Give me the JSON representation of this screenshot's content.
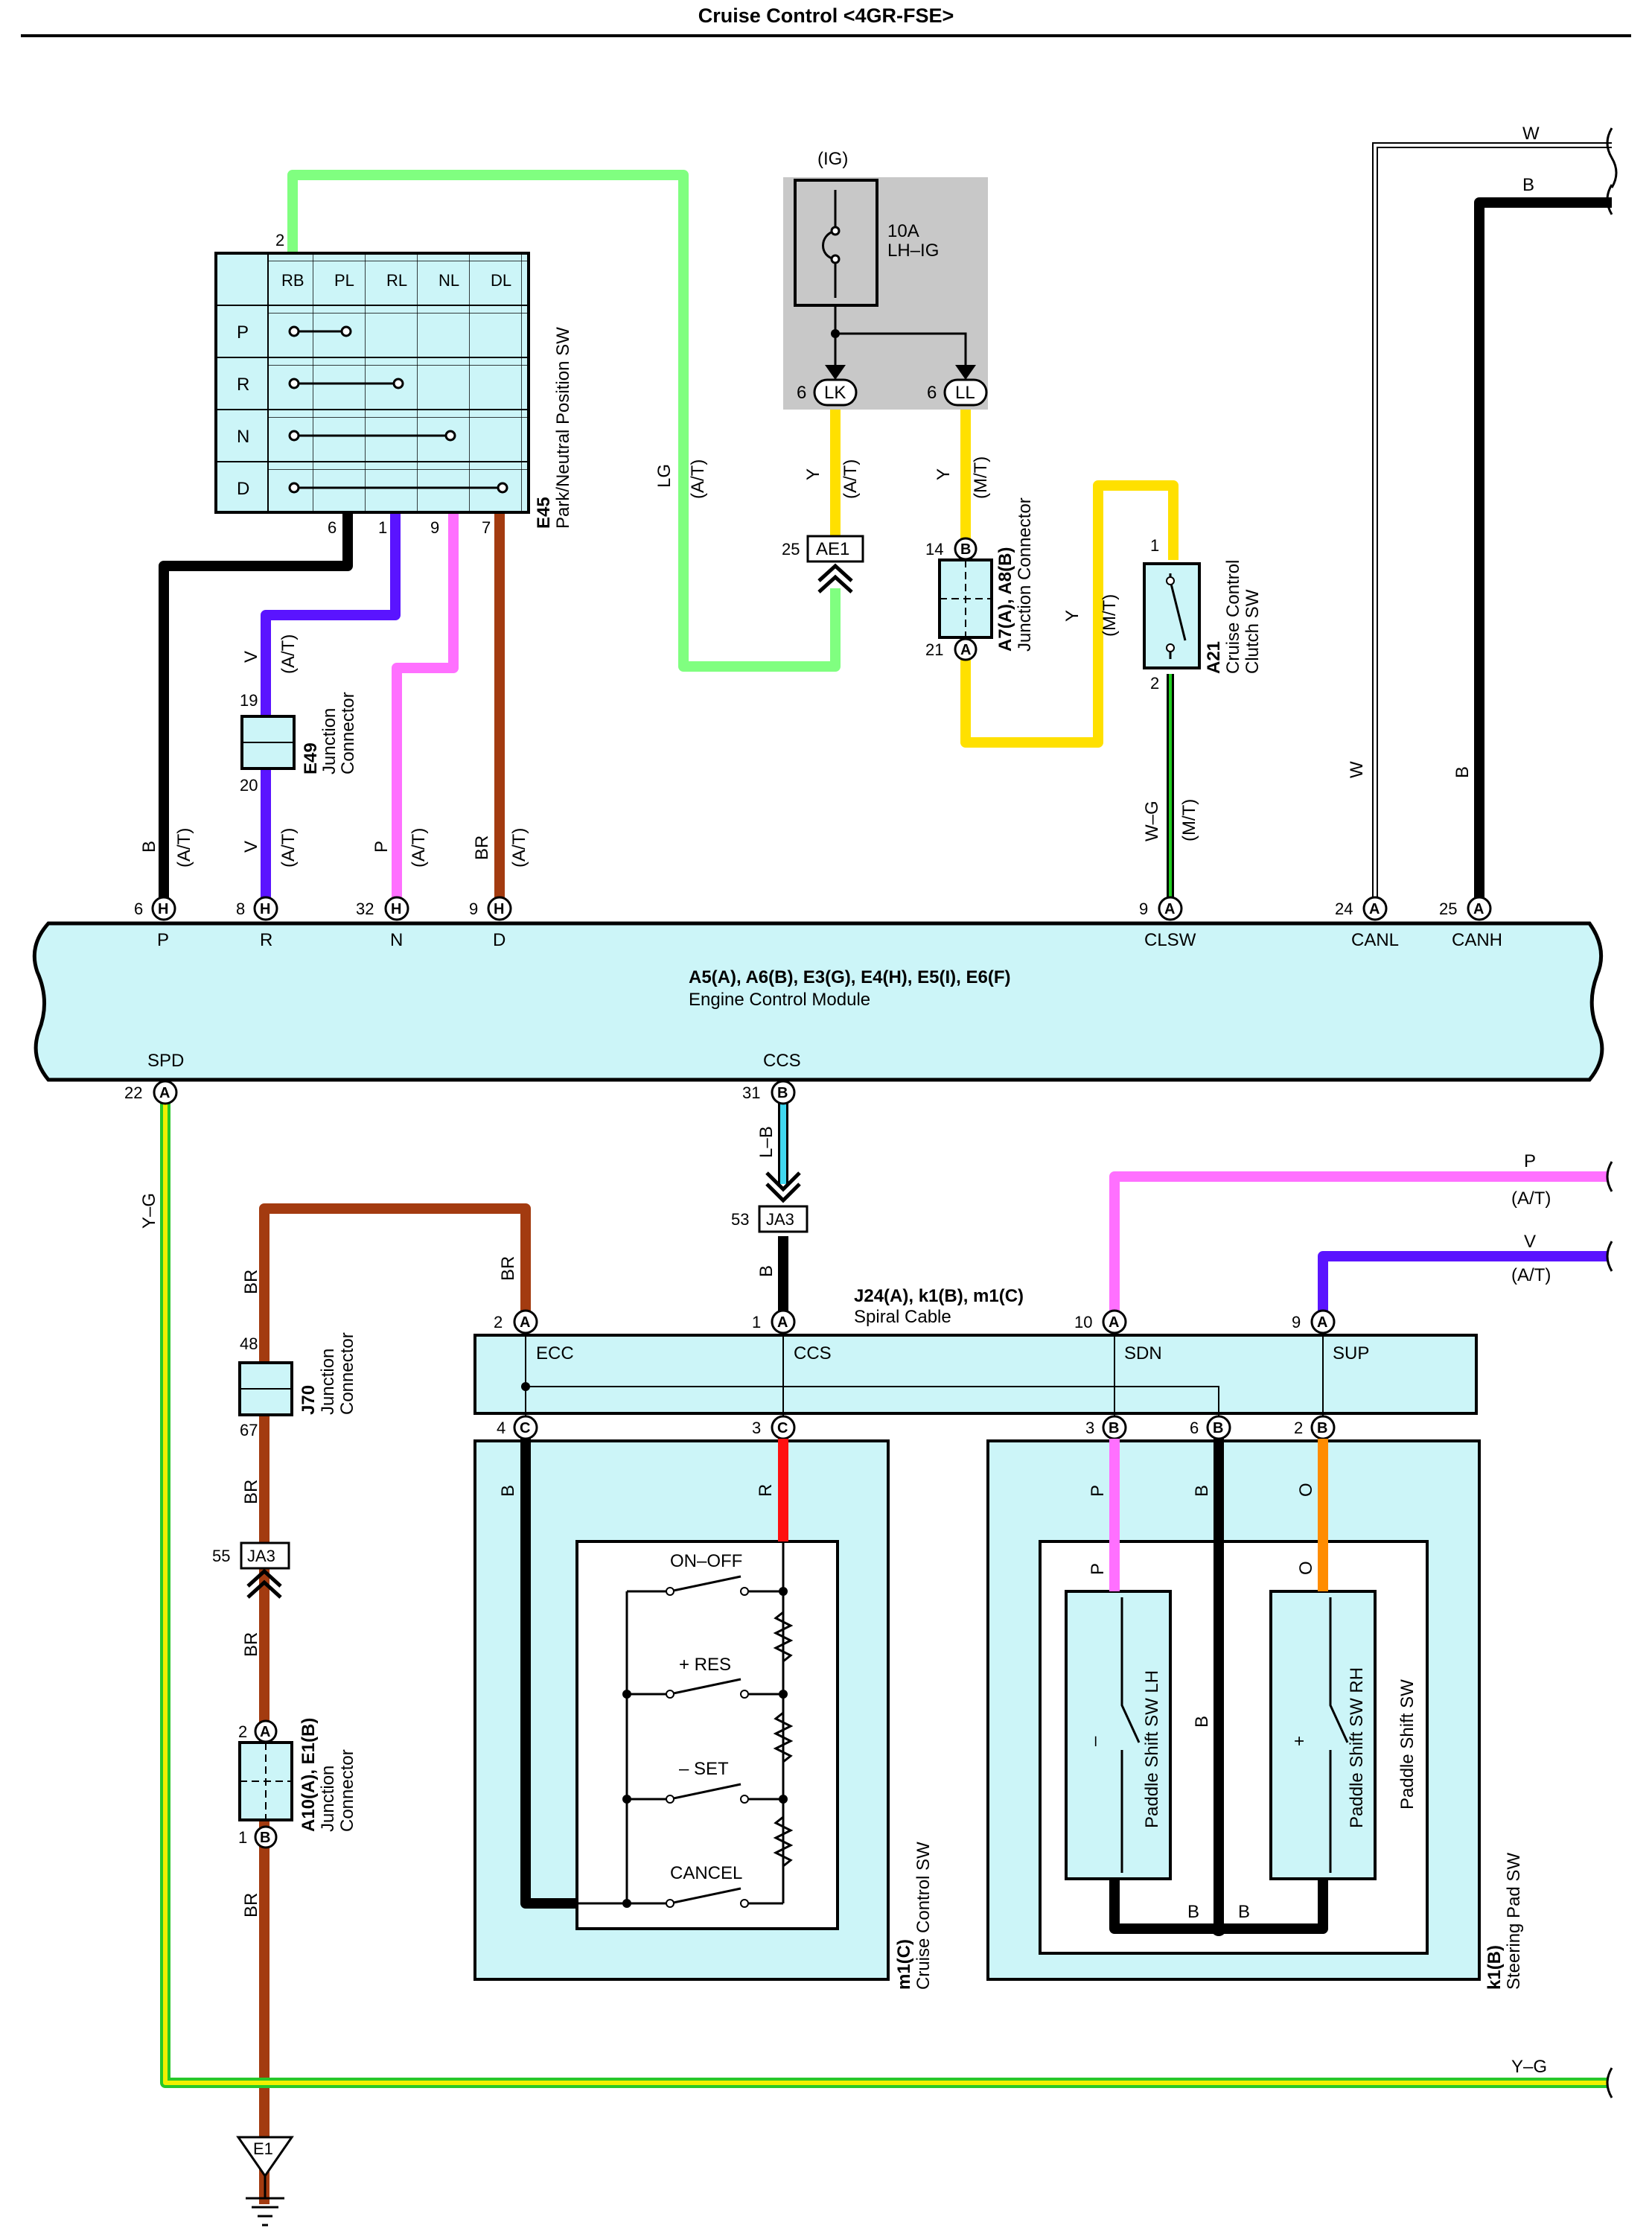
{
  "title": "Cruise Control <4GR-FSE>",
  "colors": {
    "LG": "#80ff80",
    "Y": "#ffe000",
    "B": "#000000",
    "V": "#5a14ff",
    "P": "#ff70ff",
    "BR": "#a33b10",
    "W": "#8c8c8c",
    "W-G": "#20c020",
    "L-B": "#40d8f0",
    "R": "#ff1010",
    "O": "#ff8c00",
    "Y-G": "#d8d000",
    "component_fill": "#ccf5f8",
    "fuse_box_fill": "#c8c8c8"
  },
  "fuse": {
    "ig_label": "(IG)",
    "rating": "10A",
    "name": "LH–IG",
    "pin_left_num": "6",
    "pin_left": "LK",
    "pin_right_num": "6",
    "pin_right": "LL"
  },
  "e45": {
    "code": "E45",
    "name": "Park/Neutral Position SW",
    "columns": [
      "RB",
      "PL",
      "RL",
      "NL",
      "DL"
    ],
    "rows": [
      "P",
      "R",
      "N",
      "D"
    ],
    "pin_top": "2",
    "pins_bottom": [
      "6",
      "1",
      "9",
      "7"
    ]
  },
  "e49": {
    "code": "E49",
    "name1": "Junction",
    "name2": "Connector",
    "pin_top": "19",
    "pin_bottom": "20"
  },
  "ae1": {
    "label": "AE1",
    "pin": "25"
  },
  "a7a8": {
    "code": "A7(A), A8(B)",
    "name": "Junction Connector",
    "pin_top": "14",
    "pin_top_letter": "B",
    "pin_bottom": "21",
    "pin_bottom_letter": "A"
  },
  "a21": {
    "code": "A21",
    "name1": "Cruise Control",
    "name2": "Clutch SW",
    "pin_top": "1",
    "pin_bottom": "2"
  },
  "ecm": {
    "code": "A5(A), A6(B), E3(G), E4(H), E5(I), E6(F)",
    "name": "Engine Control Module",
    "top_pins": [
      {
        "num": "6",
        "letter": "H",
        "label": "P"
      },
      {
        "num": "8",
        "letter": "H",
        "label": "R"
      },
      {
        "num": "32",
        "letter": "H",
        "label": "N"
      },
      {
        "num": "9",
        "letter": "H",
        "label": "D"
      },
      {
        "num": "9",
        "letter": "A",
        "label": "CLSW"
      },
      {
        "num": "24",
        "letter": "A",
        "label": "CANL"
      },
      {
        "num": "25",
        "letter": "A",
        "label": "CANH"
      }
    ],
    "bottom_pins": [
      {
        "num": "22",
        "letter": "A",
        "label": "SPD"
      },
      {
        "num": "31",
        "letter": "B",
        "label": "CCS"
      }
    ]
  },
  "wire_labels": {
    "lg": "LG",
    "at": "(A/T)",
    "mt": "(M/T)",
    "y": "Y",
    "b": "B",
    "v": "V",
    "p": "P",
    "br": "BR",
    "w": "W",
    "wg": "W–G",
    "lb": "L–B",
    "yg": "Y–G",
    "r": "R",
    "o": "O"
  },
  "ja3_upper": {
    "label": "JA3",
    "pin": "53"
  },
  "ja3_lower": {
    "label": "JA3",
    "pin": "55"
  },
  "j70": {
    "code": "J70",
    "name1": "Junction",
    "name2": "Connector",
    "pin_top": "48",
    "pin_bottom": "67"
  },
  "a10e1": {
    "code": "A10(A), E1(B)",
    "name1": "Junction",
    "name2": "Connector",
    "pin_top": "2",
    "pin_top_letter": "A",
    "pin_bottom": "1",
    "pin_bottom_letter": "B"
  },
  "ground": {
    "label": "E1"
  },
  "spiral": {
    "code": "J24(A), k1(B), m1(C)",
    "name": "Spiral Cable",
    "top_pins": [
      {
        "num": "2",
        "letter": "A",
        "label": "ECC"
      },
      {
        "num": "1",
        "letter": "A",
        "label": "CCS"
      },
      {
        "num": "10",
        "letter": "A",
        "label": "SDN"
      },
      {
        "num": "9",
        "letter": "A",
        "label": "SUP"
      }
    ],
    "bottom_pins": [
      {
        "num": "4",
        "letter": "C"
      },
      {
        "num": "3",
        "letter": "C"
      },
      {
        "num": "3",
        "letter": "B"
      },
      {
        "num": "6",
        "letter": "B"
      },
      {
        "num": "2",
        "letter": "B"
      }
    ]
  },
  "m1": {
    "code": "m1(C)",
    "name": "Cruise Control SW",
    "switches": [
      "ON–OFF",
      "+ RES",
      "– SET",
      "CANCEL"
    ]
  },
  "k1": {
    "code": "k1(B)",
    "name": "Steering Pad SW",
    "inner_name": "Paddle Shift SW",
    "lh_name": "Paddle Shift SW LH",
    "lh_sign": "–",
    "rh_name": "Paddle Shift SW RH",
    "rh_sign": "+"
  }
}
